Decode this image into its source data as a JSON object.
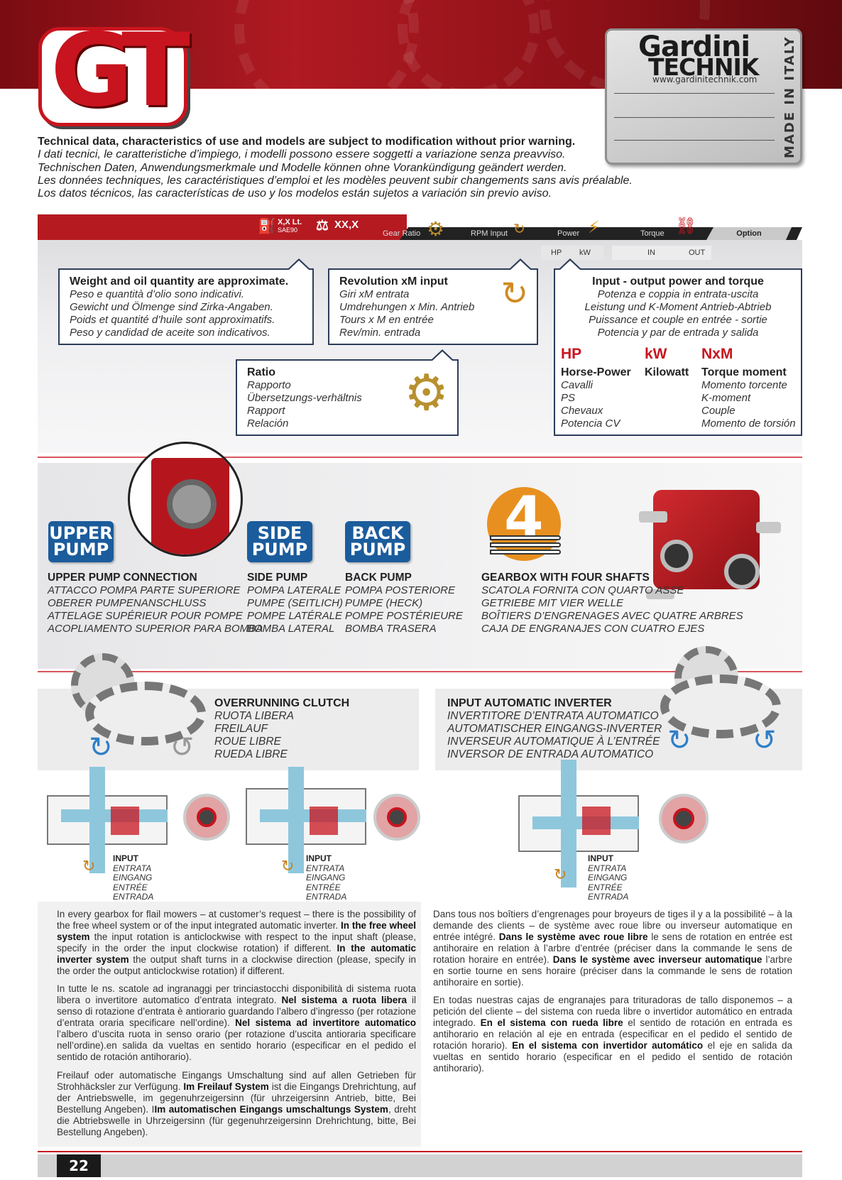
{
  "logo": {
    "text": "GT"
  },
  "brand_plate": {
    "name_line1": "Gardini",
    "name_line2": "TECHNIK",
    "url": "www.gardinitechnik.com",
    "made_in": "MADE IN ITALY"
  },
  "disclaimer": [
    "Technical data, characteristics of use and models are subject to modification without prior warning.",
    "I dati tecnici, le caratteristiche d’impiego, i modelli possono essere soggetti a variazione senza preavviso.",
    "Technischen Daten, Anwendungsmerkmale und Modelle können ohne Vorankündigung geändert werden.",
    "Les données techniques, les caractéristiques d’emploi et les modèles peuvent subir changements sans avis préalable.",
    "Los datos técnicos, las características de uso y los modelos están sujetos a variación sin previo aviso."
  ],
  "header_bar": {
    "oil_qty": "X,X Lt.",
    "oil_type": "SAE90",
    "weight": "XX,X",
    "gear_ratio": "Gear Ratio",
    "rpm_input": "RPM Input",
    "power": "Power",
    "torque": "Torque",
    "option": "Option",
    "hp": "HP",
    "kw": "kW",
    "in": "IN",
    "out": "OUT"
  },
  "weight_box": {
    "title": "Weight and oil quantity are approximate.",
    "lines": [
      "Peso e quantità d’olio sono indicativi.",
      "Gewicht und Ölmenge sind Zirka-Angaben.",
      "Poids et quantité d’huile sont approximatifs.",
      "Peso y candidad de aceite son indicativos."
    ]
  },
  "rev_box": {
    "title": "Revolution xM input",
    "lines": [
      "Giri xM entrata",
      "Umdrehungen x Min. Antrieb",
      "Tours x M en entrée",
      "Rev/min. entrada"
    ]
  },
  "ratio_box": {
    "title": "Ratio",
    "lines": [
      "Rapporto",
      "Übersetzungs-verhältnis",
      "Rapport",
      "Relación"
    ]
  },
  "power_box": {
    "title": "Input - output power and torque",
    "lines": [
      "Potenza e coppia in entrata-uscita",
      "Leistung und K-Moment  Antrieb-Abtrieb",
      "Puissance et couple en entrée - sortie",
      "Potencia y par de entrada y salida"
    ],
    "hp": {
      "abbr": "HP",
      "name": "Horse-Power",
      "lines": [
        "Cavalli",
        "PS",
        "Chevaux",
        "Potencia CV"
      ]
    },
    "kw": {
      "abbr": "kW",
      "name": "Kilowatt"
    },
    "nxm": {
      "abbr": "NxM",
      "name": "Torque moment",
      "lines": [
        "Momento torcente",
        "K-moment",
        "Couple",
        "Momento de torsión"
      ]
    }
  },
  "pumps": {
    "upper": {
      "badge1": "UPPER",
      "badge2": "PUMP",
      "title": "UPPER PUMP CONNECTION",
      "lines": [
        "ATTACCO POMPA PARTE SUPERIORE",
        "OBERER PUMPENANSCHLUSS",
        "ATTELAGE SUPÉRIEUR POUR POMPE",
        "ACOPLIAMENTO SUPERIOR PARA BOMBA"
      ]
    },
    "side": {
      "badge1": "SIDE",
      "badge2": "PUMP",
      "title": "SIDE PUMP",
      "lines": [
        "POMPA LATERALE",
        "PUMPE (SEITLICH)",
        "POMPE LATÉRALE",
        "BOMBA LATERAL"
      ]
    },
    "back": {
      "badge1": "BACK",
      "badge2": "PUMP",
      "title": "BACK PUMP",
      "lines": [
        "POMPA POSTERIORE",
        "PUMPE (HECK)",
        "POMPE POSTÉRIEURE",
        "BOMBA TRASERA"
      ]
    },
    "four": {
      "number": "4",
      "title": "GEARBOX WITH FOUR SHAFTS",
      "lines": [
        "SCATOLA FORNITA CON QUARTO ASSE",
        "GETRIEBE MIT VIER WELLE",
        "BOÎTIERS D’ENGRENAGES AVEC QUATRE ARBRES",
        "CAJA DE ENGRANAJES CON CUATRO EJES"
      ]
    }
  },
  "clutch": {
    "title": "OVERRUNNING CLUTCH",
    "lines": [
      "RUOTA LIBERA",
      "FREILAUF",
      "ROUE LIBRE",
      "RUEDA LIBRE"
    ]
  },
  "inverter": {
    "title": "INPUT AUTOMATIC INVERTER",
    "lines": [
      "INVERTITORE D’ENTRATA AUTOMATICO",
      "AUTOMATISCHER EINGANGS-INVERTER",
      "INVERSEUR AUTOMATIQUE À L’ENTRÉE",
      "INVERSOR DE ENTRADA AUTOMATICO"
    ]
  },
  "input_label": {
    "title": "INPUT",
    "lines": [
      "ENTRATA",
      "EINGANG",
      "ENTRÉE",
      "ENTRADA"
    ]
  },
  "paragraphs": {
    "en": [
      "In every gearbox for flail mowers – at customer’s request – there is the possibility of the free wheel system or of the input integrated automatic inverter. ",
      "In the free wheel system",
      " the input rotation is anticlockwise with respect to the input shaft (please, specify in the order the input clockwise rotation) if different. ",
      "In the automatic inverter system",
      " the output shaft turns in a clockwise direction (please, specify in the order the output anticlockwise rotation) if different."
    ],
    "it": [
      "In tutte le ns. scatole ad ingranaggi per trinciastocchi disponibilità di sistema ruota libera o invertitore automatico d’entrata integrato. ",
      "Nel sistema a ruota libera",
      " il senso di rotazione d’entrata è antiorario guardando l’albero d’ingresso (per rotazione d’entrata oraria specificare nell’ordine). ",
      "Nel sistema ad invertitore automatico",
      " l’albero d’uscita ruota in senso orario (per rotazione d’uscita antioraria specificare nell’ordine).en salida da vueltas en sentido horario (especificar en el pedido el sentido de rotación antihorario)."
    ],
    "de": [
      "Freilauf oder automatische Eingangs Umschaltung sind auf allen Getrieben für Strohhäcksler zur Verfügung. ",
      "Im Freilauf System",
      " ist die Eingangs Drehrichtung, auf der Antriebswelle, im gegenuhrzeigersinn (für uhrzeigersinn Antrieb, bitte, Bei Bestellung Angeben). I",
      "Im automatischen Eingangs umschaltungs System",
      ", dreht die Abtriebswelle in Uhrzeigersinn (für gegenuhrzeigersinn Drehrichtung, bitte, Bei Bestellung Angeben)."
    ],
    "fr": [
      "Dans tous nos boîtiers d’engrenages pour broyeurs de tiges il y a la possibilité – à la demande des clients – de système avec roue libre ou inverseur automatique en entrée intégré. ",
      "Dans le système avec roue libre",
      " le sens de rotation en entrée est antihoraire en relation à l’arbre d’entrée (préciser dans la commande le sens de rotation horaire en entrée). ",
      "Dans le système avec inverseur automatique",
      " l’arbre en sortie tourne en sens horaire (préciser dans la commande le sens de rotation antihoraire en sortie)."
    ],
    "es": [
      "En todas nuestras cajas de engranajes para trituradoras de tallo disponemos – a petición del cliente – del sistema con rueda libre o invertidor automático en entrada integrado. ",
      "En el sistema con rueda libre",
      " el sentido de rotación en entrada es antihorario en relación al eje en entrada (especificar en el pedido el sentido de rotación horario). ",
      "En el sistema con invertidor automático",
      " el eje en salida da vueltas en sentido horario (especificar en el pedido el sentido de rotación antihorario)."
    ]
  },
  "page_number": "22",
  "colors": {
    "brand_red": "#c8141e",
    "pump_blue": "#1b5c9c",
    "four_orange": "#e8901f"
  }
}
